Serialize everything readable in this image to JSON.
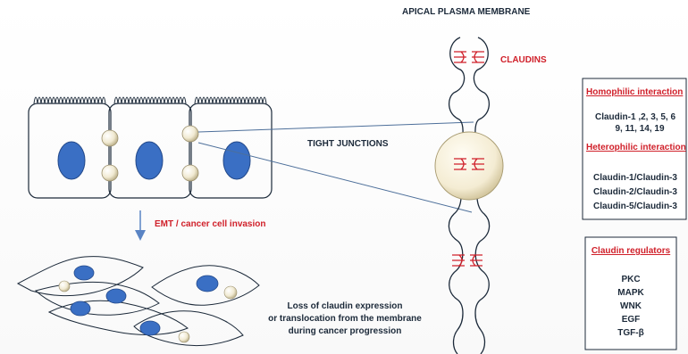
{
  "labels": {
    "apical": "APICAL PLASMA MEMBRANE",
    "claudins": "CLAUDINS",
    "tight_junctions": "TIGHT JUNCTIONS",
    "emt": "EMT / cancer cell invasion",
    "loss_line1": "Loss of claudin expression",
    "loss_line2": "or translocation from the membrane",
    "loss_line3": "during cancer progression"
  },
  "interactions_box": {
    "homophilic_title": "Homophilic interaction",
    "homophilic_line1": "Claudin-1 ,2, 3, 5, 6",
    "homophilic_line2": "9, 11, 14, 19",
    "heterophilic_title": "Heterophilic interaction",
    "pairs": [
      "Claudin-1/Claudin-3",
      "Claudin-2/Claudin-3",
      "Claudin-5/Claudin-3"
    ]
  },
  "regulators_box": {
    "title": "Claudin regulators",
    "items": [
      "PKC",
      "MAPK",
      "WNK",
      "EGF",
      "TGF-β"
    ]
  },
  "colors": {
    "outline": "#1c2a3a",
    "nucleus": "#3a6fc4",
    "junction": "#f3ecd6",
    "claudin": "#d0202a",
    "accent_red": "#d0202a"
  }
}
